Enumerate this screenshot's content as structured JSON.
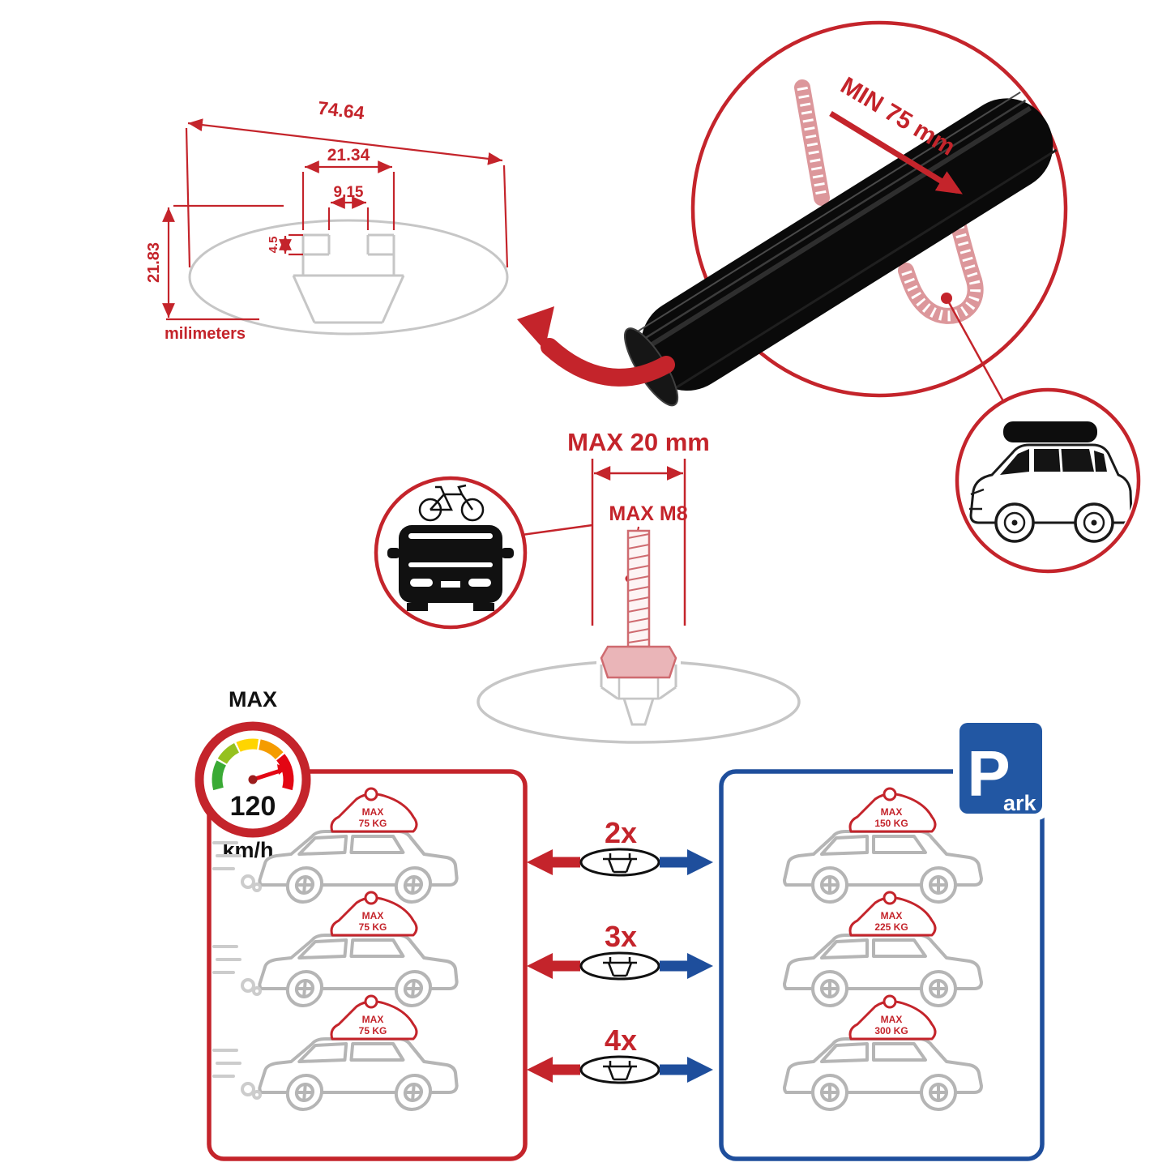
{
  "dimensions": {
    "total_width": "74.64",
    "upper_width": "21.34",
    "slot_width": "9.15",
    "step_depth": "4.5",
    "total_height": "21.83",
    "units_label": "milimeters"
  },
  "clamp_detail": {
    "min_rail_label": "MIN 75 mm"
  },
  "bolt": {
    "max_length_label": "MAX 20 mm",
    "max_thread_label": "MAX M8"
  },
  "speed_limit": {
    "label": "MAX",
    "value": "120",
    "unit": "km/h"
  },
  "load": {
    "driving": [
      {
        "label": "MAX",
        "weight": "75 KG"
      },
      {
        "label": "MAX",
        "weight": "75 KG"
      },
      {
        "label": "MAX",
        "weight": "75 KG"
      }
    ],
    "parked": [
      {
        "label": "MAX",
        "weight": "150 KG"
      },
      {
        "label": "MAX",
        "weight": "225 KG"
      },
      {
        "label": "MAX",
        "weight": "300 KG"
      }
    ],
    "multipliers": [
      "2x",
      "3x",
      "4x"
    ]
  },
  "park_sign": {
    "letter": "P",
    "suffix": "ark"
  },
  "colors": {
    "red": "#c4242b",
    "blue": "#2257a3",
    "gray": "#c6c6c6",
    "black": "#0a0a0a"
  }
}
